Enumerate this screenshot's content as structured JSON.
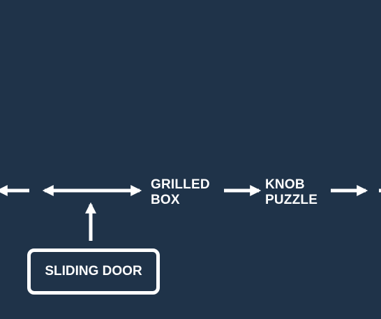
{
  "nodes": {
    "grilled_box": {
      "line1": "GRILLED",
      "line2": "BOX"
    },
    "knob_puzzle": {
      "line1": "KNOB",
      "line2": "PUZZLE"
    },
    "sliding_door": {
      "label": "SLIDING DOOR"
    }
  },
  "colors": {
    "background": "#1f3349",
    "foreground": "#ffffff"
  }
}
